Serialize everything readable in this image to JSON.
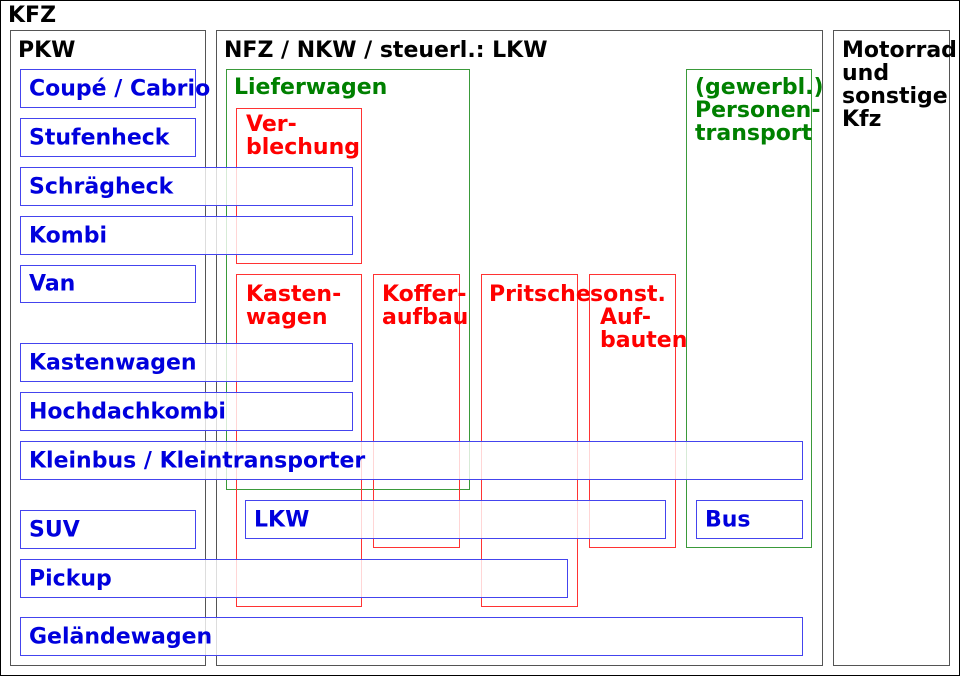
{
  "root": {
    "label": "KFZ"
  },
  "groups": {
    "pkw": "PKW",
    "nfz": "NFZ / NKW / steuerl.: LKW",
    "motorrad": [
      "Motorrad",
      "und",
      "sonstige",
      "Kfz"
    ]
  },
  "subgroups": {
    "lieferwagen": "Lieferwagen",
    "personentransport": [
      "(gewerbl.)",
      "Personen-",
      "transport"
    ]
  },
  "bodies": {
    "verblechung": [
      "Ver-",
      "blechung"
    ],
    "kastenwagen": [
      "Kasten-",
      "wagen"
    ],
    "kofferaufbau": [
      "Koffer-",
      "aufbau"
    ],
    "pritsche": "Pritsche",
    "sonstige": [
      "sonst.",
      "Auf-",
      "bauten"
    ]
  },
  "types": {
    "coupe": "Coupé / Cabrio",
    "stufenheck": "Stufenheck",
    "schraegheck": "Schrägheck",
    "kombi": "Kombi",
    "van": "Van",
    "kastenwagen": "Kastenwagen",
    "hochdachkombi": "Hochdachkombi",
    "kleinbus": "Kleinbus / Kleintransporter",
    "suv": "SUV",
    "pickup": "Pickup",
    "gelaendewagen": "Geländewagen",
    "lkw": "LKW",
    "bus": "Bus"
  },
  "colors": {
    "group": "#000000",
    "subgroup": "#008000",
    "body": "#ff0000",
    "type": "#0000dd"
  }
}
